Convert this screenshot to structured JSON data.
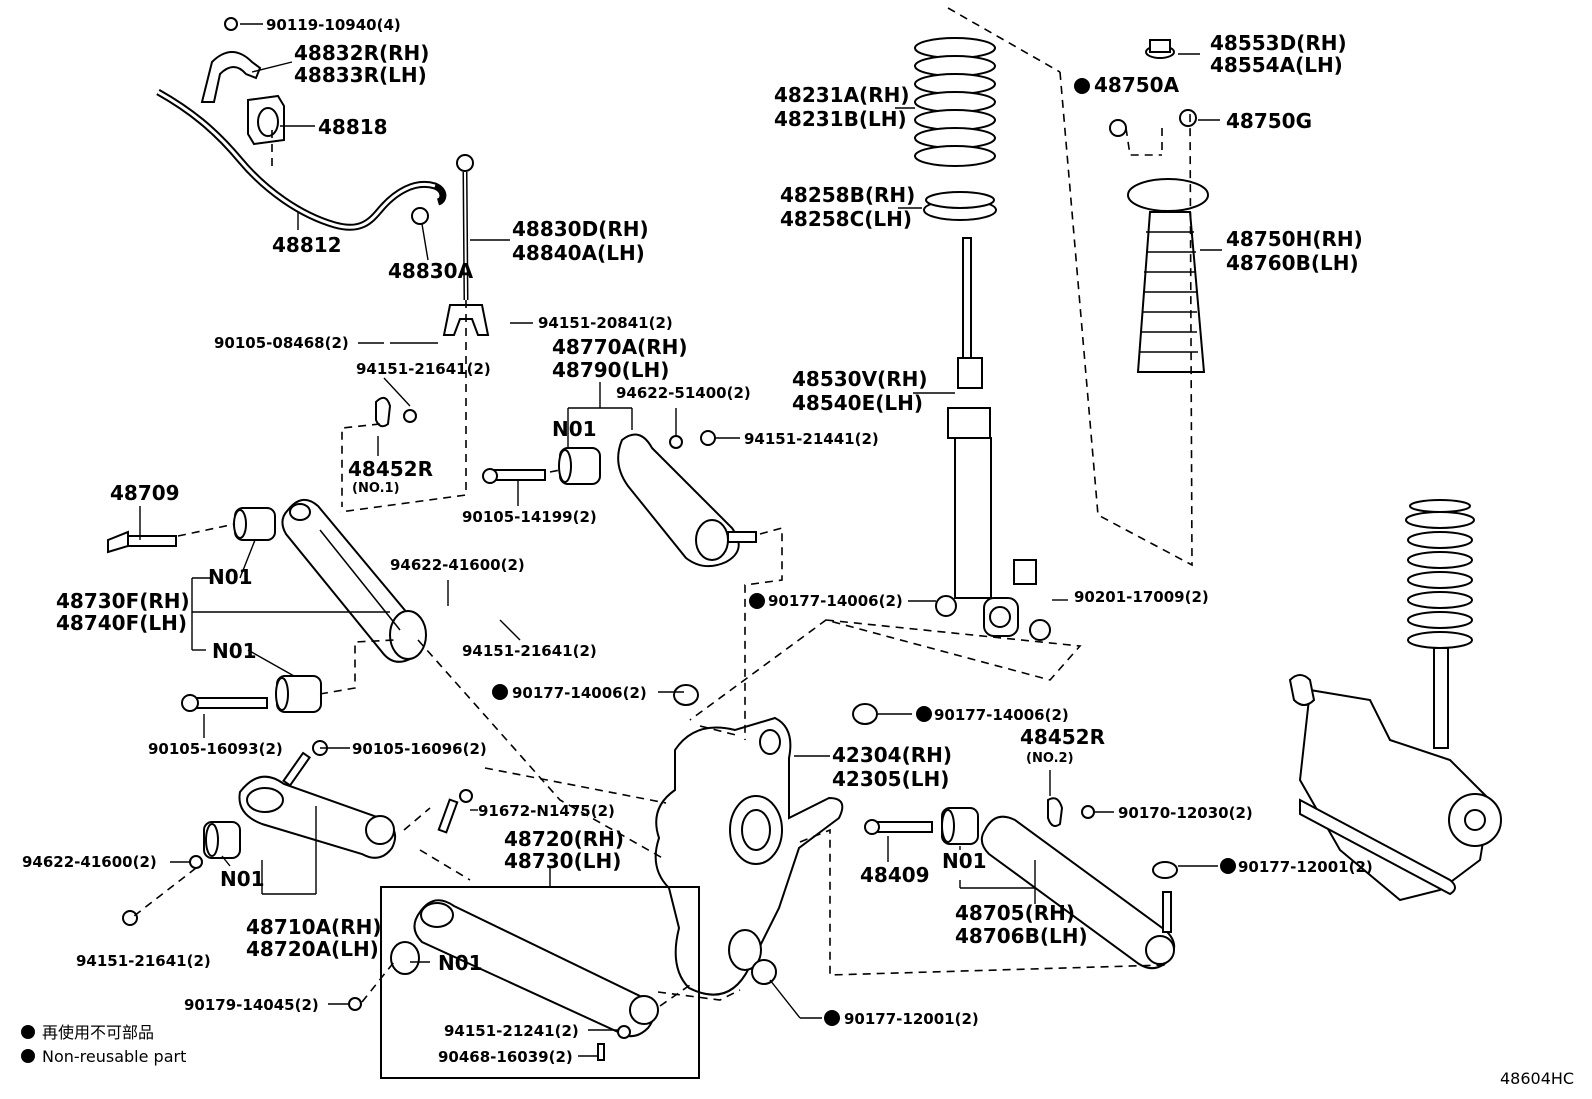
{
  "diagram_code": "48604HC",
  "legend": {
    "line1": "再使用不可部品",
    "line2": "Non-reusable part"
  },
  "labels": {
    "p90119": "90119-10940(4)",
    "p48832": "48832R(RH)",
    "p48833": "48833R(LH)",
    "p48818": "48818",
    "p48812": "48812",
    "p48830A": "48830A",
    "p48830D": "48830D(RH)",
    "p48840A": "48840A(LH)",
    "p90105_08468": "90105-08468(2)",
    "p94151_20841": "94151-20841(2)",
    "p48770A": "48770A(RH)",
    "p48790": "48790(LH)",
    "p94151_21641a": "94151-21641(2)",
    "p94622_51400": "94622-51400(2)",
    "p94151_21441": "94151-21441(2)",
    "n01a": "N01",
    "p48452R_1": "48452R",
    "no1": "(NO.1)",
    "p48709": "48709",
    "p90105_14199": "90105-14199(2)",
    "n01b": "N01",
    "p48730F": "48730F(RH)",
    "p48740F": "48740F(LH)",
    "p94622_41600a": "94622-41600(2)",
    "p94151_21641b": "94151-21641(2)",
    "n01c": "N01",
    "p90177_14006a": "90177-14006(2)",
    "p90105_16093": "90105-16093(2)",
    "p90105_16096": "90105-16096(2)",
    "p91672": "91672-N1475(2)",
    "p48720": "48720(RH)",
    "p48730": "48730(LH)",
    "p94622_41600b": "94622-41600(2)",
    "n01d": "N01",
    "p48710A": "48710A(RH)",
    "p48720A": "48720A(LH)",
    "p94151_21641c": "94151-21641(2)",
    "n01e": "N01",
    "p90179": "90179-14045(2)",
    "p94151_21241": "94151-21241(2)",
    "p90468": "90468-16039(2)",
    "p48231A": "48231A(RH)",
    "p48231B": "48231B(LH)",
    "p48258B": "48258B(RH)",
    "p48258C": "48258C(LH)",
    "p48530V": "48530V(RH)",
    "p48540E": "48540E(LH)",
    "p90177_14006b": "90177-14006(2)",
    "p90201": "90201-17009(2)",
    "p48553D": "48553D(RH)",
    "p48554A": "48554A(LH)",
    "p48750A": "48750A",
    "p48750G": "48750G",
    "p48750H": "48750H(RH)",
    "p48760B": "48760B(LH)",
    "p90177_14006c": "90177-14006(2)",
    "p42304": "42304(RH)",
    "p42305": "42305(LH)",
    "p48452R_2": "48452R",
    "no2": "(NO.2)",
    "p90170": "90170-12030(2)",
    "p48409": "48409",
    "n01f": "N01",
    "p48705": "48705(RH)",
    "p48706B": "48706B(LH)",
    "p90177_12001a": "90177-12001(2)",
    "p90177_12001b": "90177-12001(2)"
  }
}
